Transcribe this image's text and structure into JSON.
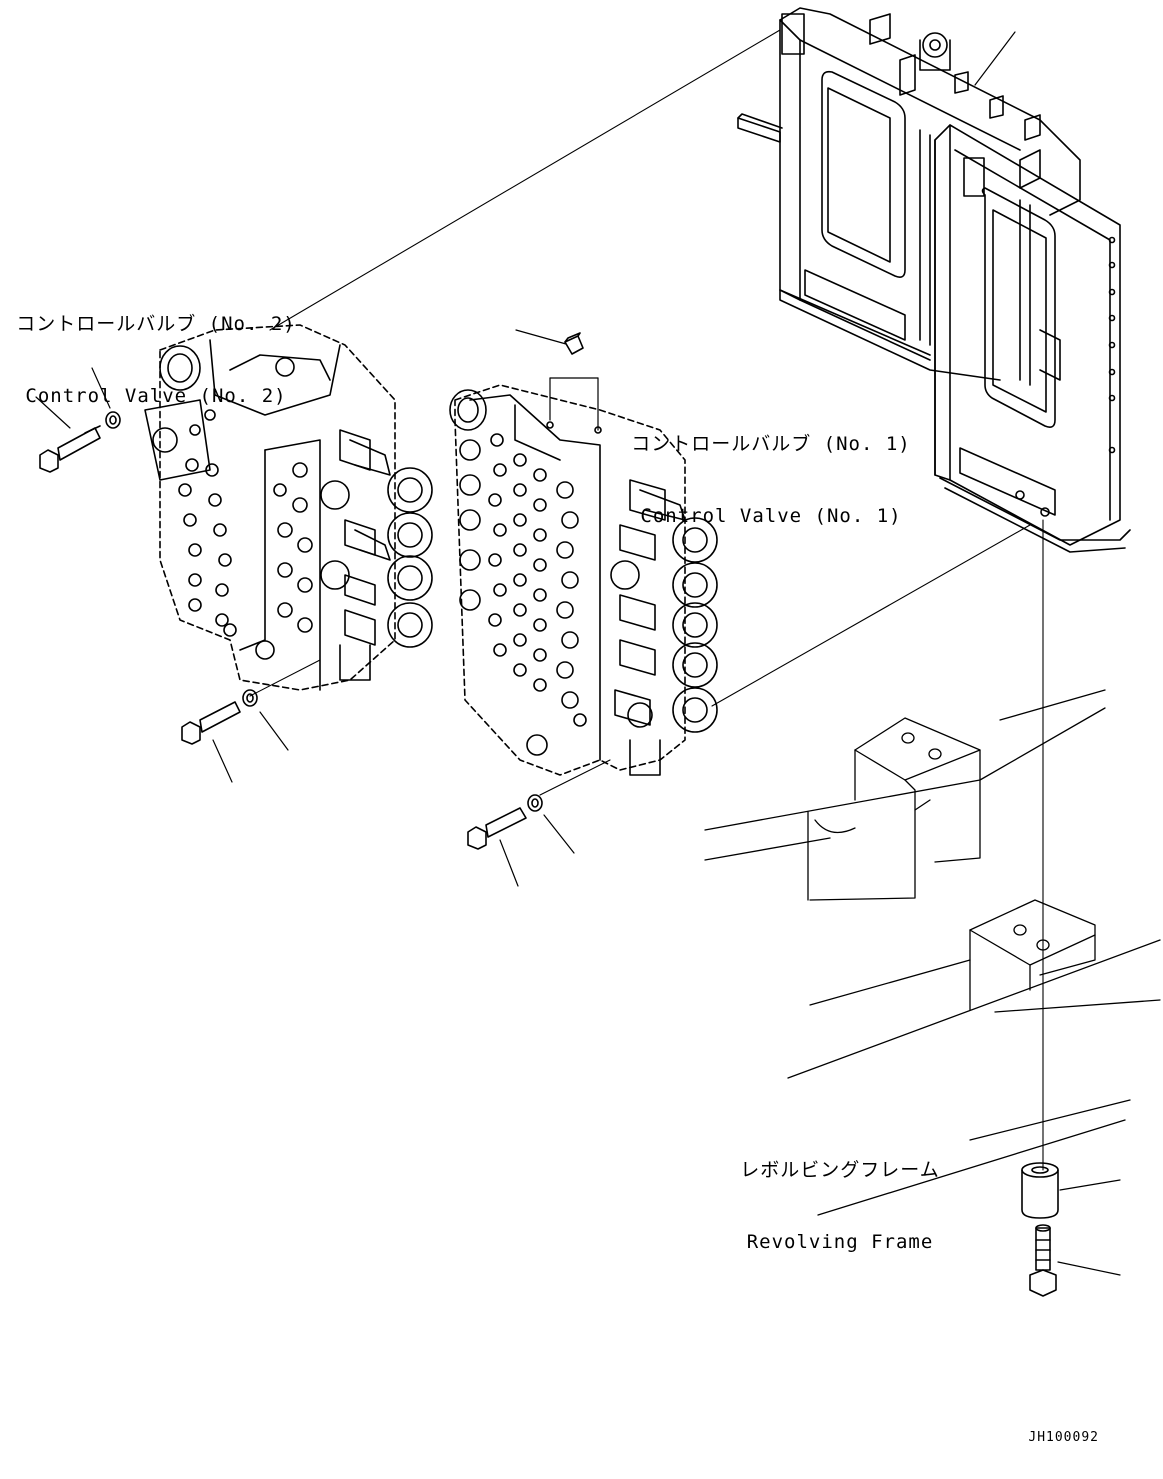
{
  "labels": {
    "control_valve_2": {
      "jp": "コントロールバルブ (No. 2)",
      "en": "Control Valve (No. 2)"
    },
    "control_valve_1": {
      "jp": "コントロールバルブ (No. 1)",
      "en": "Control Valve (No. 1)"
    },
    "revolving_frame": {
      "jp": "レボルビングフレーム",
      "en": "Revolving Frame"
    }
  },
  "document_id": "JH100092"
}
